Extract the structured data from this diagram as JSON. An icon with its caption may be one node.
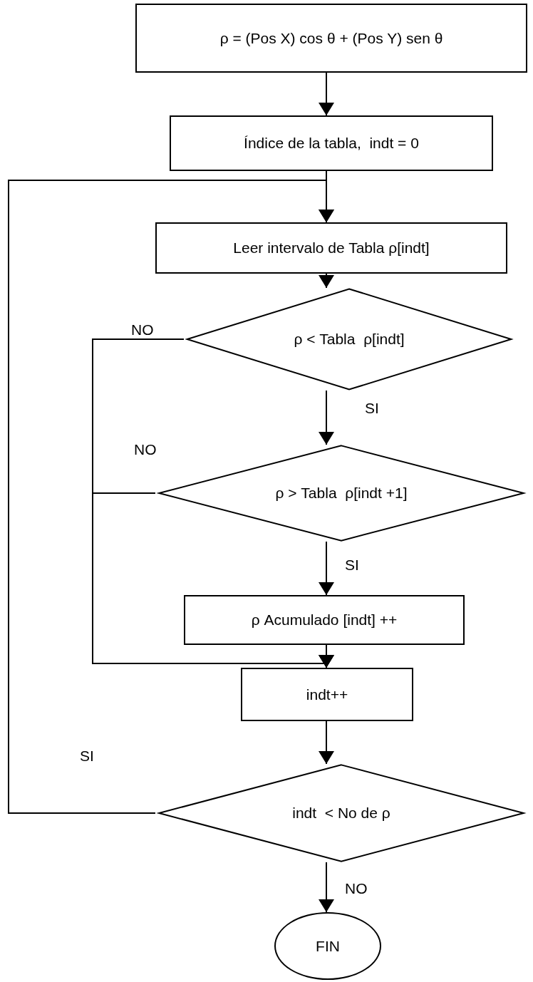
{
  "diagram": {
    "nodes": [
      {
        "text": [
          "ρ = (Pos X) cos θ + (Pos Y) sen θ"
        ]
      },
      {
        "text": [
          "Índice de la tabla,  indt = 0"
        ]
      },
      {
        "text": [
          "Leer intervalo de Tabla ρ[indt]"
        ]
      },
      {
        "text": [
          "ρ < Tabla  ρ[indt]"
        ]
      },
      {
        "text": [
          "ρ > Tabla  ρ[indt +1]"
        ]
      },
      {
        "text": [
          "ρ Acumulado [indt] ++"
        ]
      },
      {
        "text": [
          "indt++"
        ]
      },
      {
        "text": [
          "indt  < No de ρ"
        ]
      },
      {
        "text": [
          "FIN"
        ]
      }
    ],
    "edges": [
      {
        "from": 0,
        "to": 1,
        "arrow": "to"
      },
      {
        "from": 1,
        "to": 2,
        "arrow": "to"
      },
      {
        "from": 2,
        "to": 3,
        "arrow": "to"
      },
      {
        "from": 3,
        "to": 4,
        "arrow": "to",
        "label": "SI"
      },
      {
        "from": 4,
        "to": 5,
        "arrow": "to",
        "label": "SI"
      },
      {
        "from": 3,
        "to": 6,
        "arrow": "to",
        "label": "NO"
      },
      {
        "from": 4,
        "to": 6,
        "arrow": "to",
        "label": "NO"
      },
      {
        "from": 5,
        "to": 6,
        "arrow": "to"
      },
      {
        "from": 6,
        "to": 7,
        "arrow": "to"
      },
      {
        "from": 7,
        "to": 2,
        "arrow": "to",
        "label": "SI"
      },
      {
        "from": 7,
        "to": 8,
        "arrow": "to",
        "label": "NO"
      }
    ]
  }
}
